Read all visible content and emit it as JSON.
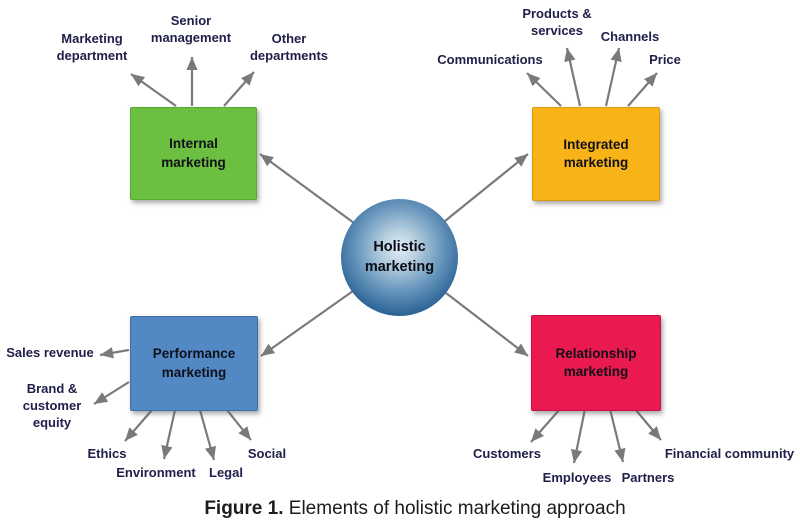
{
  "figure": {
    "center_label": "Holistic marketing",
    "nodes": {
      "internal": {
        "label": "Internal marketing",
        "color": "#6cbf40"
      },
      "integrated": {
        "label": "Integrated marketing",
        "color": "#f8b319"
      },
      "performance": {
        "label": "Performance marketing",
        "color": "#5289c5"
      },
      "relationship": {
        "label": "Relationship marketing",
        "color": "#ea1950"
      }
    },
    "spokes": {
      "marketing_department": "Marketing department",
      "senior_management": "Senior management",
      "other_departments": "Other departments",
      "communications": "Communications",
      "products_services": "Products & services",
      "channels": "Channels",
      "price": "Price",
      "sales_revenue": "Sales revenue",
      "brand_customer_equity": "Brand & customer equity",
      "ethics": "Ethics",
      "environment": "Environment",
      "legal": "Legal",
      "social": "Social",
      "customers": "Customers",
      "employees": "Employees",
      "partners": "Partners",
      "financial_community": "Financial community"
    },
    "caption": {
      "label": "Figure 1.",
      "text": "Elements of holistic marketing approach"
    },
    "colors": {
      "arrow": "#7a7a7a",
      "spoke_text": "#20204a",
      "node_text": "#101018",
      "background": "#ffffff"
    }
  }
}
